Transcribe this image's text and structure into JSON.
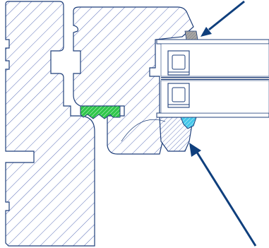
{
  "diagram": {
    "description_label": "",
    "colors": {
      "background": "#ffffff",
      "outline": "#1f3f7a",
      "hatch": "#5b6fb8",
      "glass": "#c9cdd6",
      "green_seal": "#2fc64a",
      "cyan_seal": "#44c7e9",
      "grey_seal": "#a7a7a7",
      "arrow": "#0f3f7d"
    },
    "parts": [
      "frame-profile",
      "sash-profile",
      "glazing-bead",
      "glass-unit",
      "spacer-bar-top",
      "spacer-bar-bottom",
      "center-seal",
      "glazing-seal-lower",
      "glazing-seal-upper",
      "arrow-upper-right",
      "arrow-lower-right"
    ]
  }
}
